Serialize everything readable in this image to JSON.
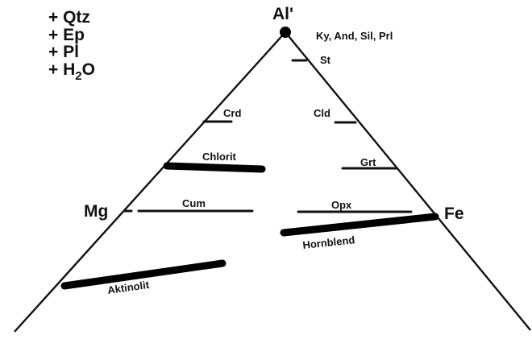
{
  "diagram": {
    "added_phases": [
      "+ Qtz",
      "+ Ep",
      "+ Pl",
      "+ H2O"
    ],
    "apex_labels": {
      "top": "Al'",
      "left": "Mg",
      "right": "Fe"
    },
    "aluminous_phases": "Ky, And, Sil, Prl",
    "phases": {
      "st": "St",
      "crd": "Crd",
      "cld": "Cld",
      "chlorit": "Chlorit",
      "grt": "Grt",
      "cum": "Cum",
      "opx": "Opx",
      "hornblend": "Hornblend",
      "aktinolit": "Aktinolit"
    }
  }
}
